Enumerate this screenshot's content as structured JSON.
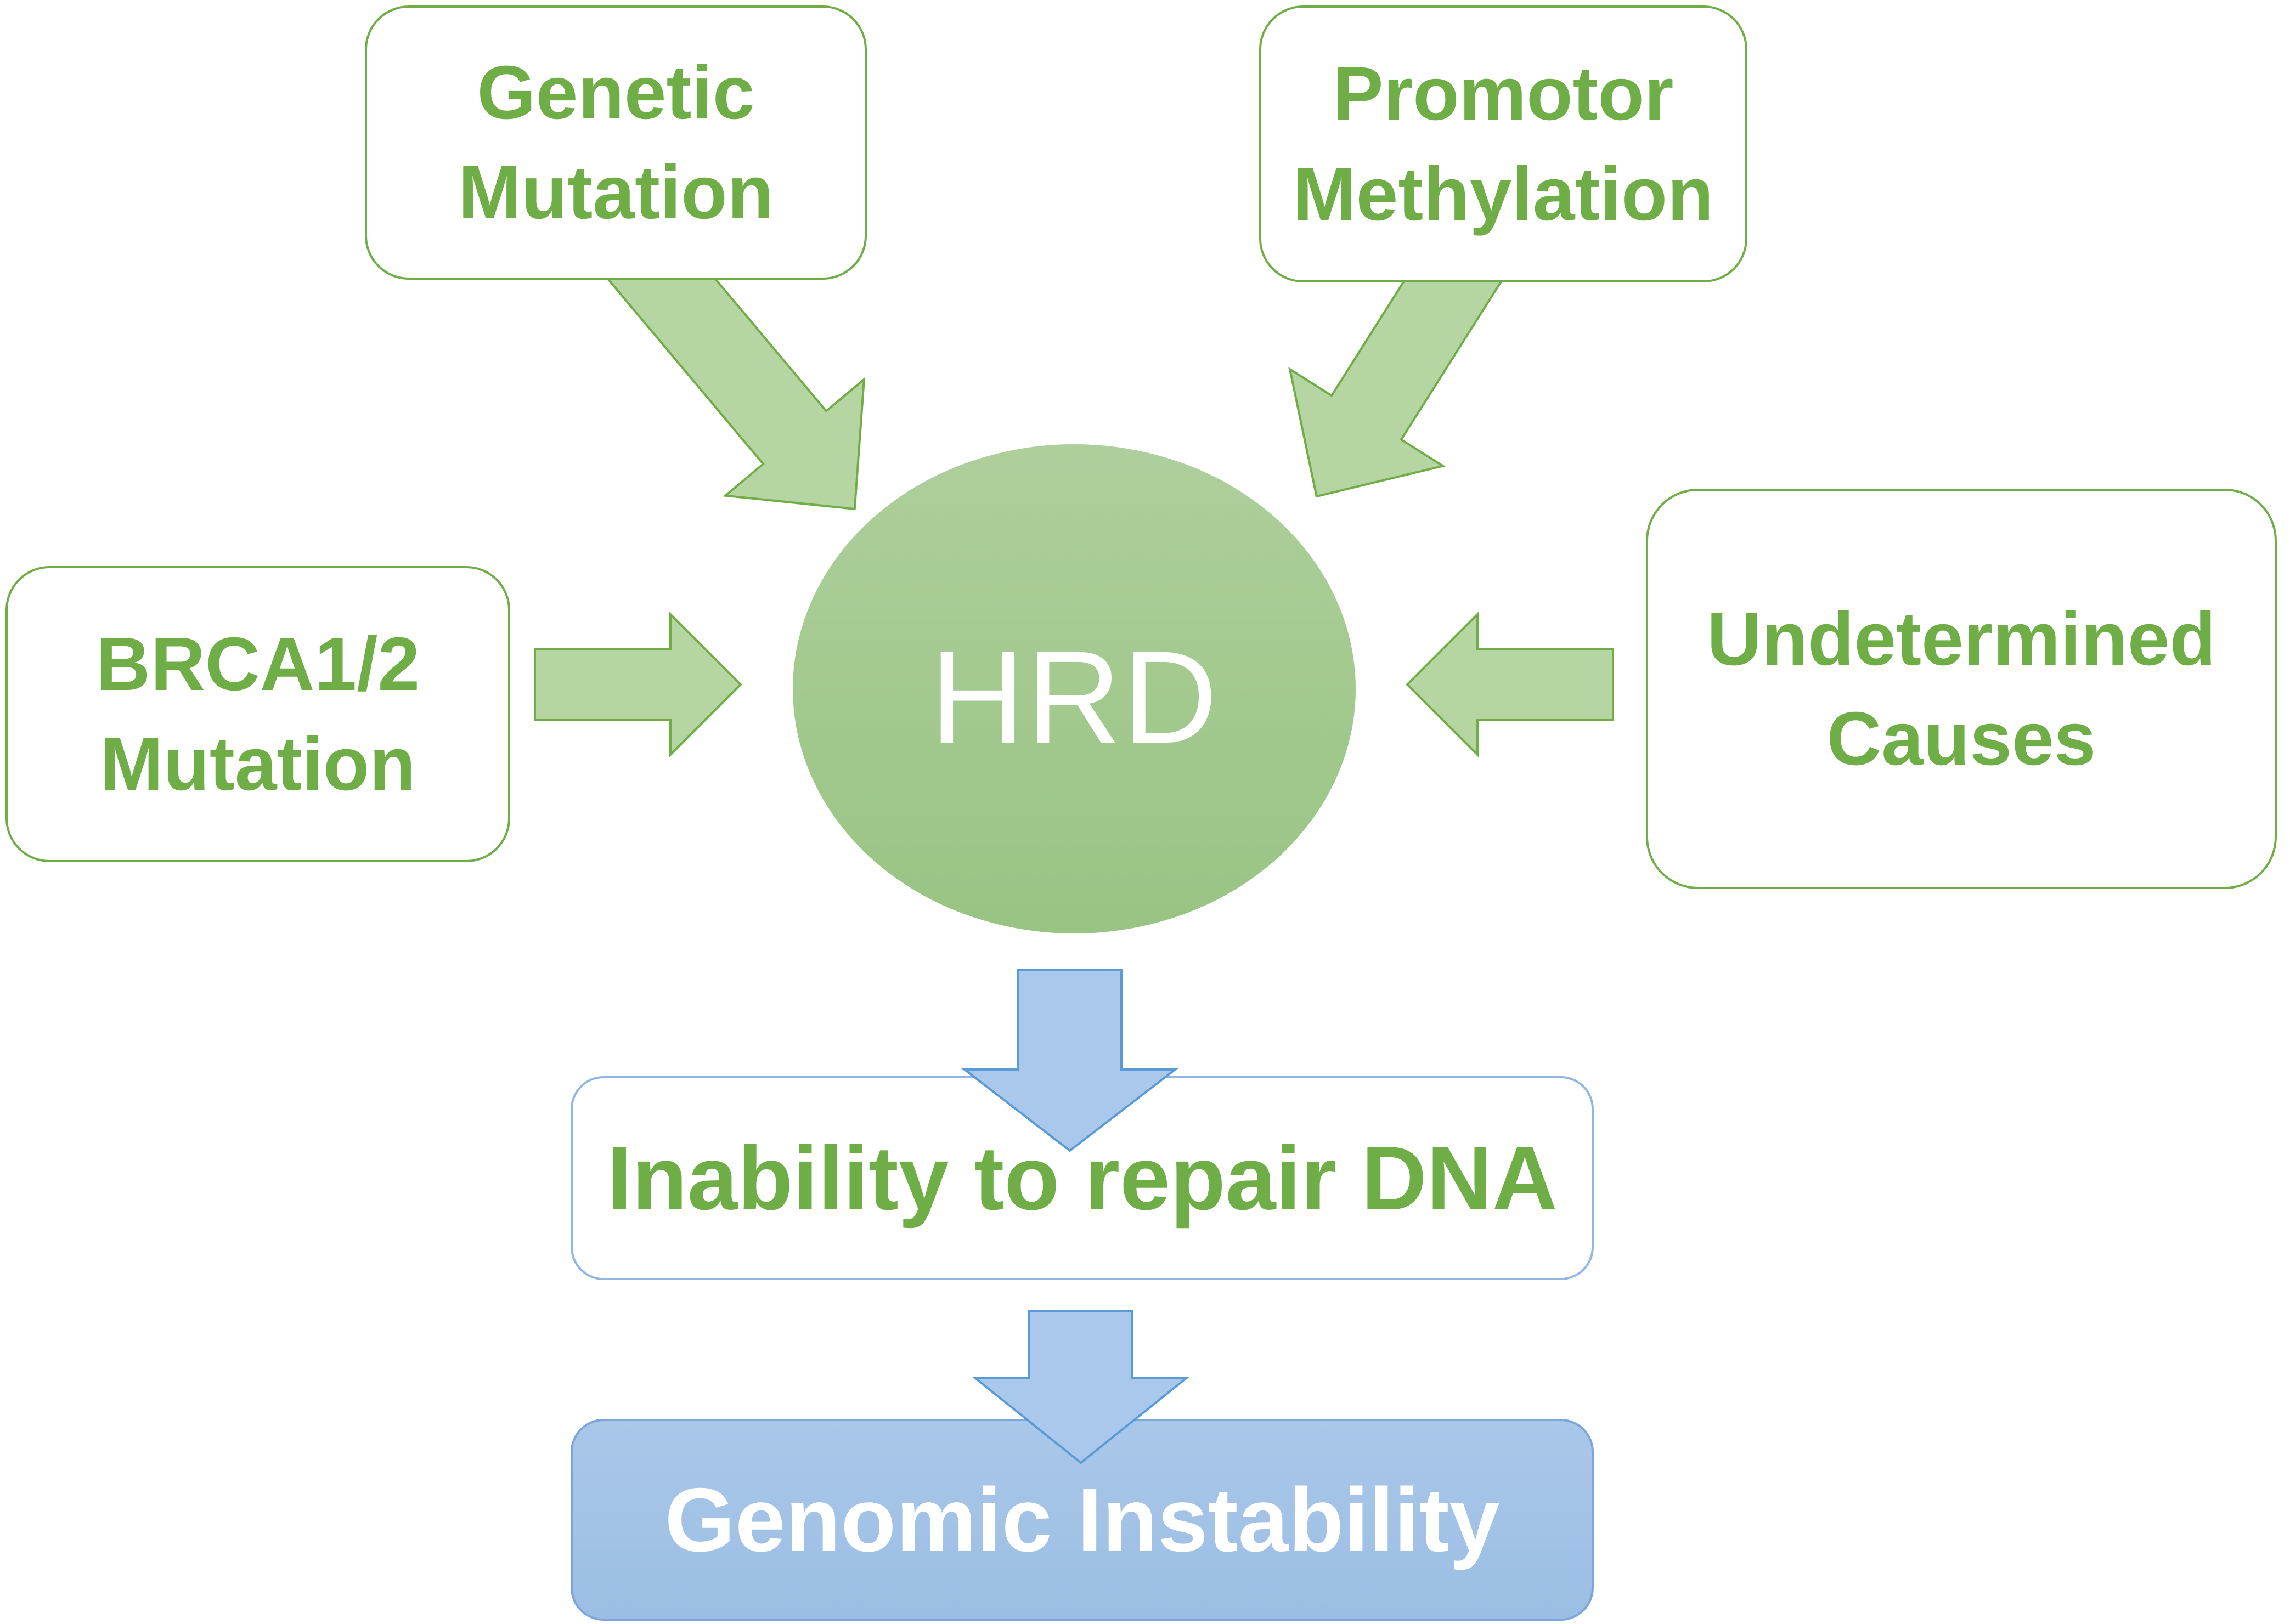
{
  "diagram": {
    "title": "HRD causes and consequences flow diagram",
    "center": {
      "label": "HRD"
    },
    "sources": [
      {
        "id": "genetic",
        "line1": "Genetic",
        "line2": "Mutation"
      },
      {
        "id": "promotor",
        "line1": "Promotor",
        "line2": "Methylation"
      },
      {
        "id": "brca",
        "line1": "BRCA1/2",
        "line2": "Mutation"
      },
      {
        "id": "undetermined",
        "line1": "Undetermined",
        "line2": "Causes"
      }
    ],
    "outcomes": [
      {
        "id": "inability",
        "label": "Inability to repair DNA"
      },
      {
        "id": "genomic",
        "label": "Genomic Instability"
      }
    ],
    "arrows": [
      {
        "from": "genetic",
        "to": "hrd",
        "direction": "down-right",
        "color": "green"
      },
      {
        "from": "promotor",
        "to": "hrd",
        "direction": "down-left",
        "color": "green"
      },
      {
        "from": "brca",
        "to": "hrd",
        "direction": "right",
        "color": "green"
      },
      {
        "from": "undetermined",
        "to": "hrd",
        "direction": "left",
        "color": "green"
      },
      {
        "from": "hrd",
        "to": "inability",
        "direction": "down",
        "color": "blue"
      },
      {
        "from": "inability",
        "to": "genomic",
        "direction": "down",
        "color": "blue"
      }
    ],
    "colors": {
      "green_text": "#6FAD47",
      "green_border": "#70AD47",
      "green_arrow_fill": "#B5D5A3",
      "circle_fill_top": "#AECF9D",
      "circle_fill_bottom": "#99C483",
      "blue_arrow_fill": "#A9C8EB",
      "blue_arrow_stroke": "#5B9BD5",
      "blue_box_fill": "#A3C2E6",
      "blue_box_border": "#7CA6DB",
      "inability_border": "#8FB7E2",
      "white_text": "#FFFFFF",
      "background": "#FFFFFF"
    }
  }
}
